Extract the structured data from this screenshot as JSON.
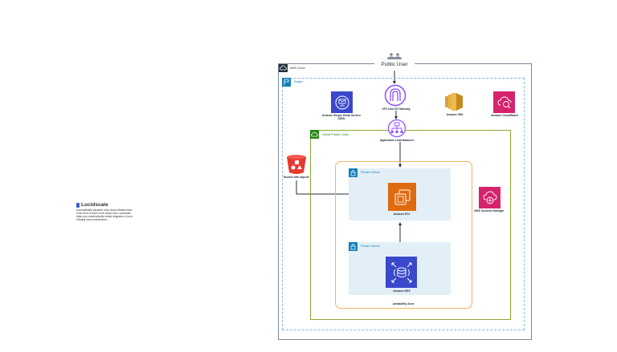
{
  "promo": {
    "title": "Lucidscale",
    "body": "Automatically visualize your cloud infrastructure. Click here to learn more about how Lucidscale helps you automatically create diagrams of your existing cloud architecture."
  },
  "diagram": {
    "public_user": "Public User",
    "groups": {
      "aws_cloud": "AWS Cloud",
      "region": "Region",
      "vpc": "Virtual Private Cloud",
      "availability_zone": "Availability Zone",
      "subnet_1": "Private Subnet",
      "subnet_2": "Private Subnet"
    },
    "services": {
      "ses": "Amazon Simple Email Service (SES)",
      "igw": "VPC Internet Gateway",
      "sns": "Amazon SNS",
      "cloudwatch": "Amazon CloudWatch",
      "alb": "Application Load Balancer",
      "s3": "Bucket with objects",
      "ec2": "Amazon EC2",
      "rds": "Amazon RDS",
      "ssm": "AWS Systems Manager"
    },
    "colors": {
      "compute": "#e06a10",
      "database": "#3b48cc",
      "management": "#d6236e",
      "network": "#8c4fff",
      "storage": "#e7382f",
      "vpc": "#248814",
      "region": "#147eba",
      "az": "#f5b461"
    }
  }
}
